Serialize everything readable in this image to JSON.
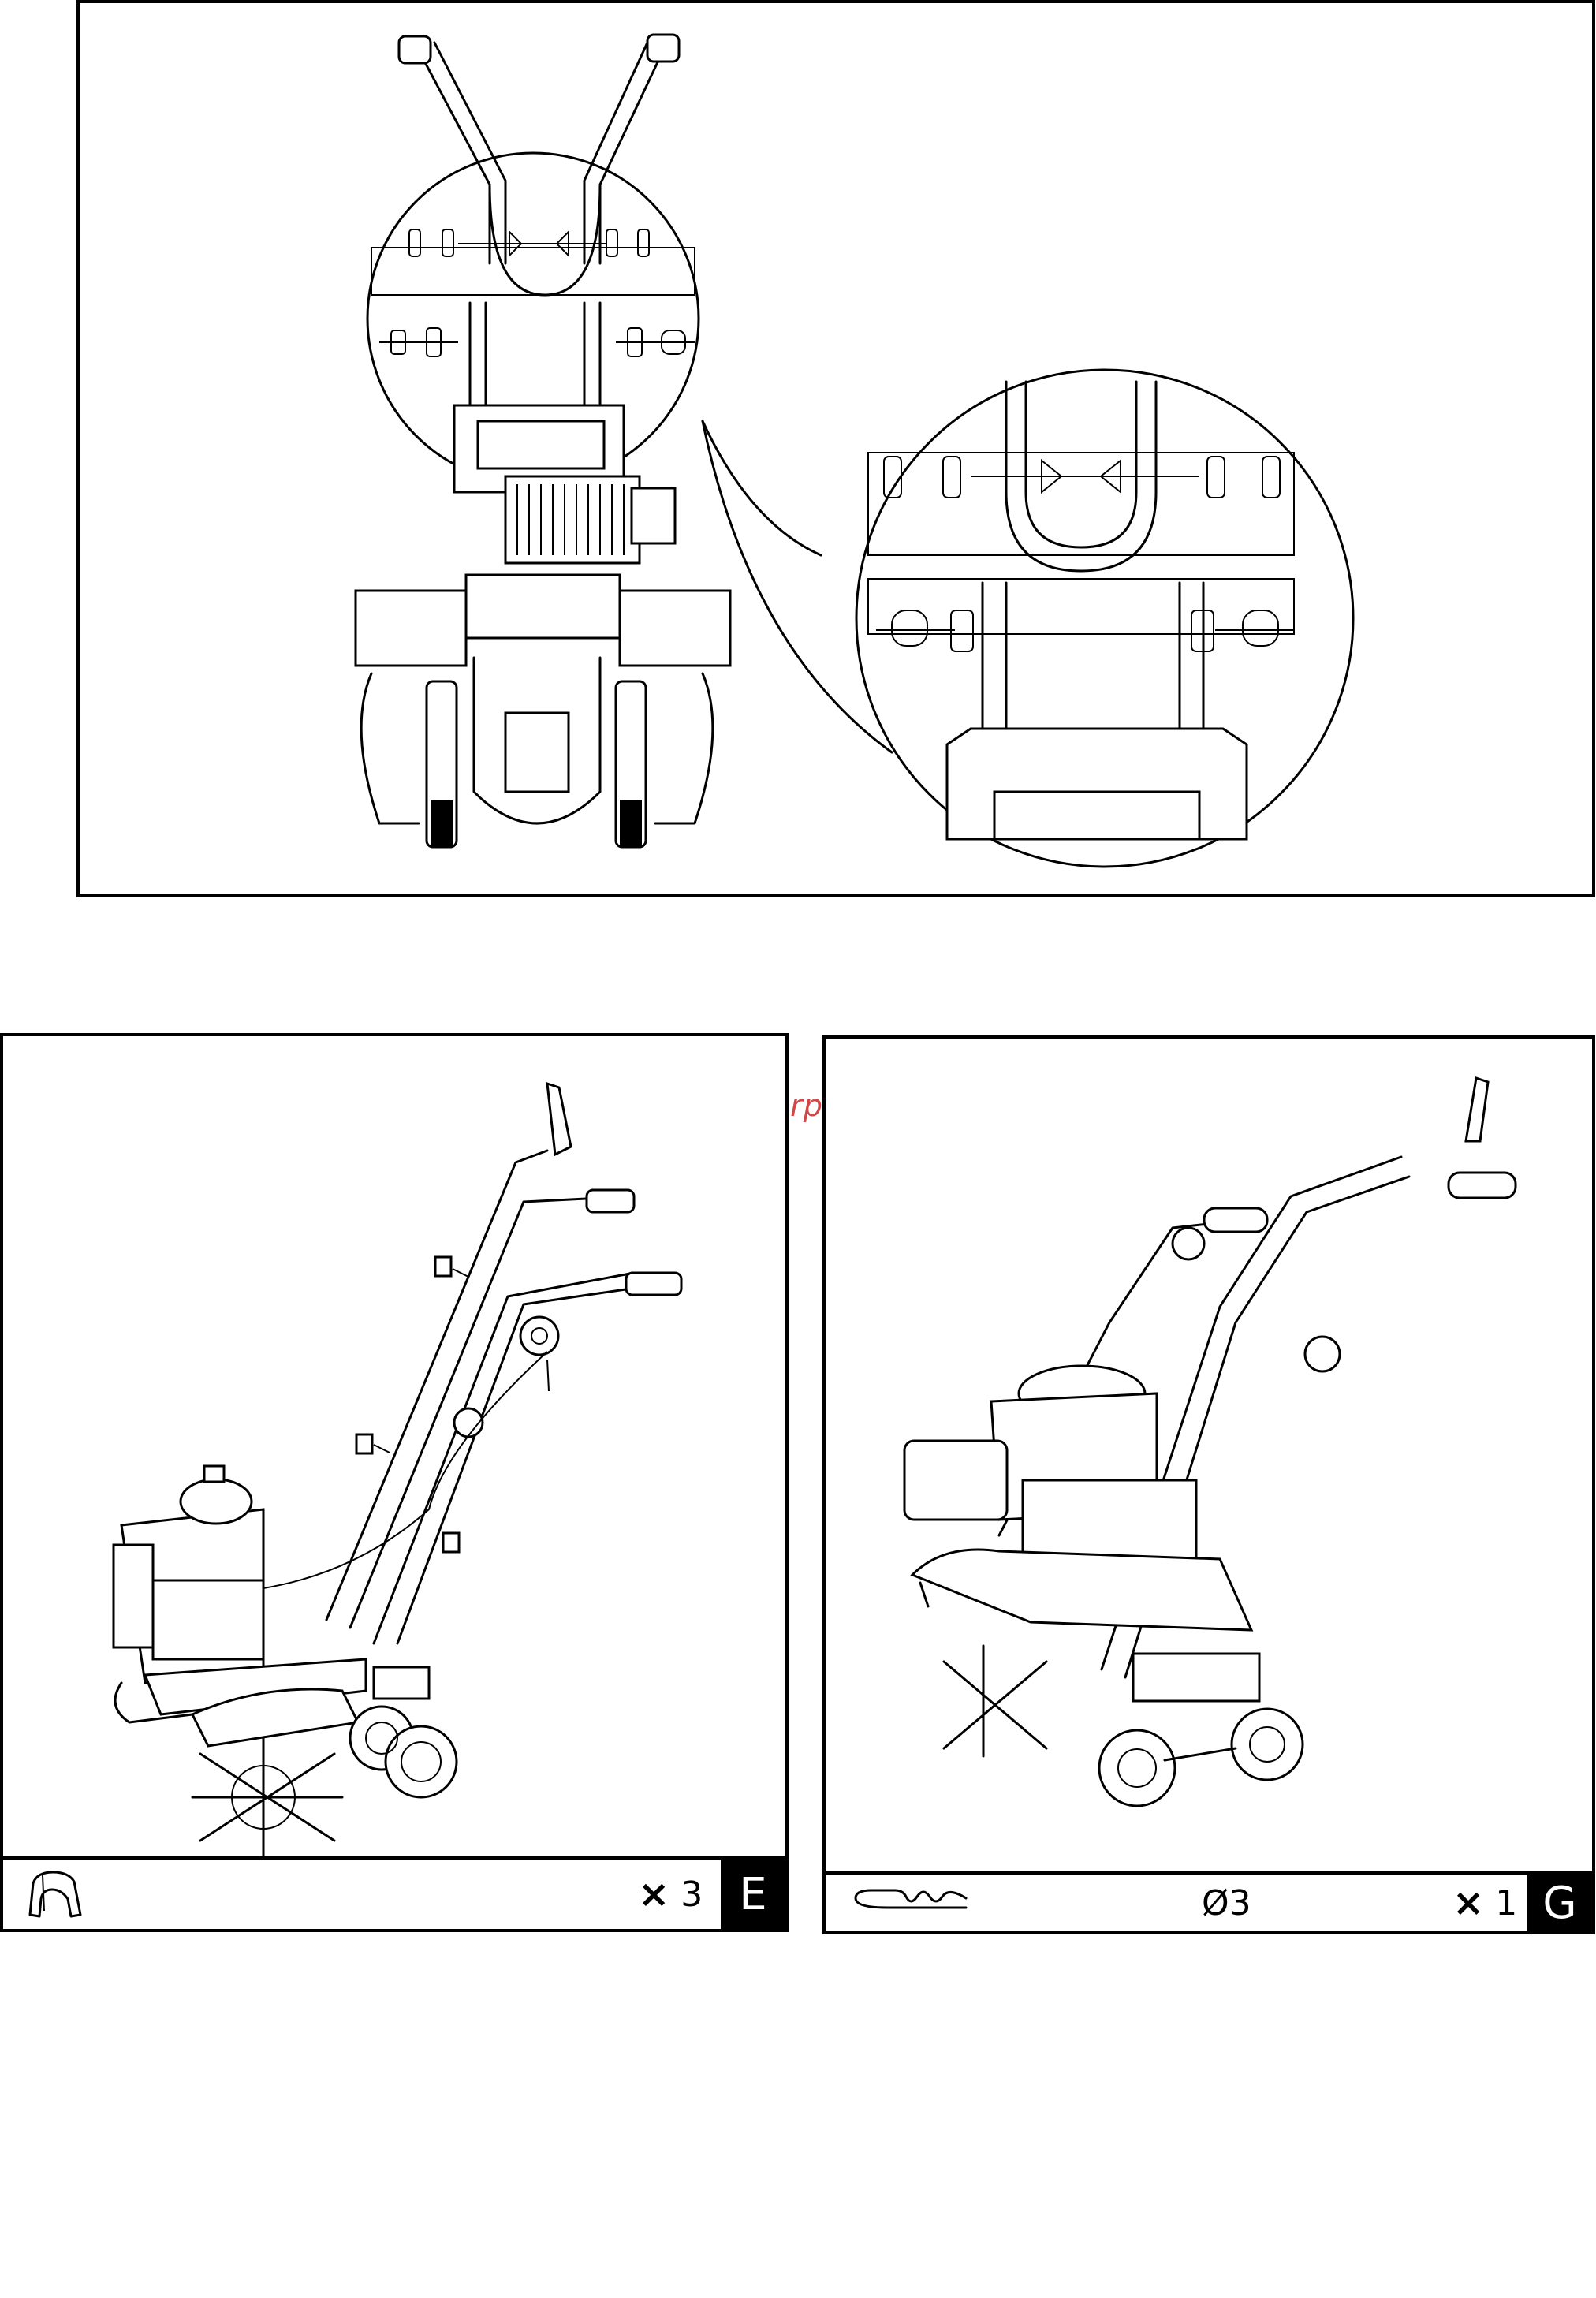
{
  "watermark": {
    "text": "McGrp.Ru",
    "color": "#d44545"
  },
  "top_panel": {
    "icons": [
      "handle-assembly-detail-zoom",
      "bolt-icon",
      "knob-icon",
      "washer-icon"
    ]
  },
  "panel_e": {
    "letter": "E",
    "quantity_symbol": "×",
    "quantity": "3",
    "part_icon": "cable-clip-icon"
  },
  "panel_g": {
    "letter": "G",
    "diameter": "Ø3",
    "quantity_symbol": "×",
    "quantity": "1",
    "part_icon": "hairpin-cotter-pin-icon"
  }
}
